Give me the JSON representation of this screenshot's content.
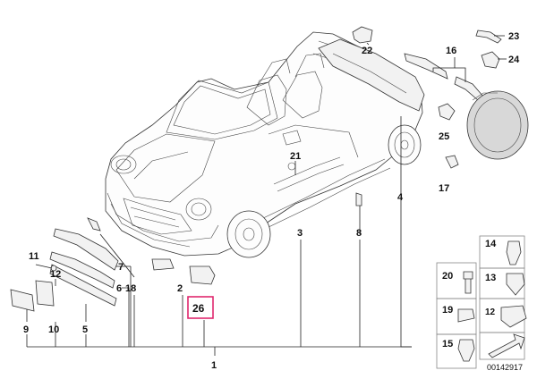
{
  "labels": {
    "c1": "1",
    "c3": "3",
    "c4": "4",
    "c5": "5",
    "c6": "6",
    "c7": "7",
    "c8": "8",
    "c9": "9",
    "c10": "10",
    "c11": "11",
    "c12": "12",
    "c13": "13",
    "c14": "14",
    "c15": "15",
    "c16": "16",
    "c17": "17",
    "c18": "18",
    "c19": "19",
    "c20": "20",
    "c21": "21",
    "c22": "22",
    "c23": "23",
    "c24": "24",
    "c25": "25",
    "c26": "26",
    "c2": "2"
  },
  "diagram_code": "00142917"
}
